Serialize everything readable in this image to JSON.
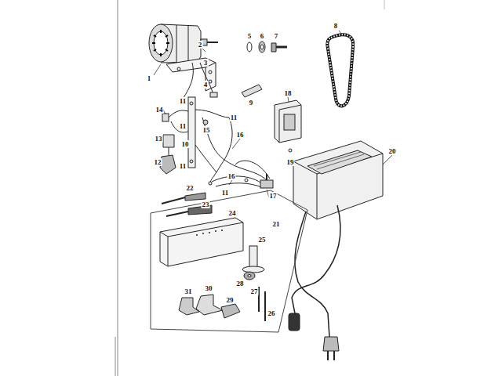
{
  "diagram": {
    "labels": [
      "1",
      "2",
      "3",
      "4",
      "5",
      "6",
      "7",
      "8",
      "9",
      "14",
      "11",
      "15",
      "11",
      "10",
      "16",
      "13",
      "11",
      "12",
      "11",
      "18",
      "19",
      "16",
      "11",
      "17",
      "20",
      "21",
      "22",
      "23",
      "24",
      "25",
      "28",
      "27",
      "31",
      "30",
      "29",
      "26"
    ]
  }
}
